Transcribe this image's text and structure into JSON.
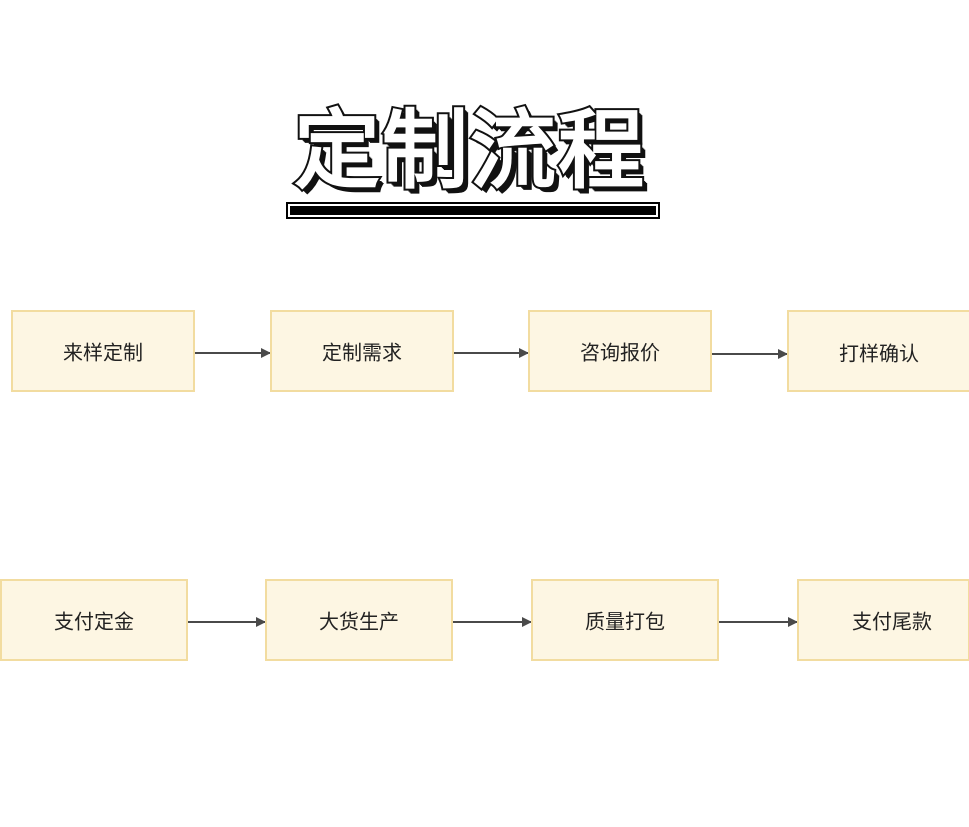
{
  "title": "定制流程",
  "colors": {
    "box_fill": "#fdf6e3",
    "box_stroke": "#f2dca0",
    "arrow": "#4a4a4a"
  },
  "rows": [
    {
      "steps": [
        {
          "label": "来样定制"
        },
        {
          "label": "定制需求"
        },
        {
          "label": "咨询报价"
        },
        {
          "label": "打样确认"
        }
      ]
    },
    {
      "steps": [
        {
          "label": "支付定金"
        },
        {
          "label": "大货生产"
        },
        {
          "label": "质量打包"
        },
        {
          "label": "支付尾款"
        }
      ]
    }
  ]
}
